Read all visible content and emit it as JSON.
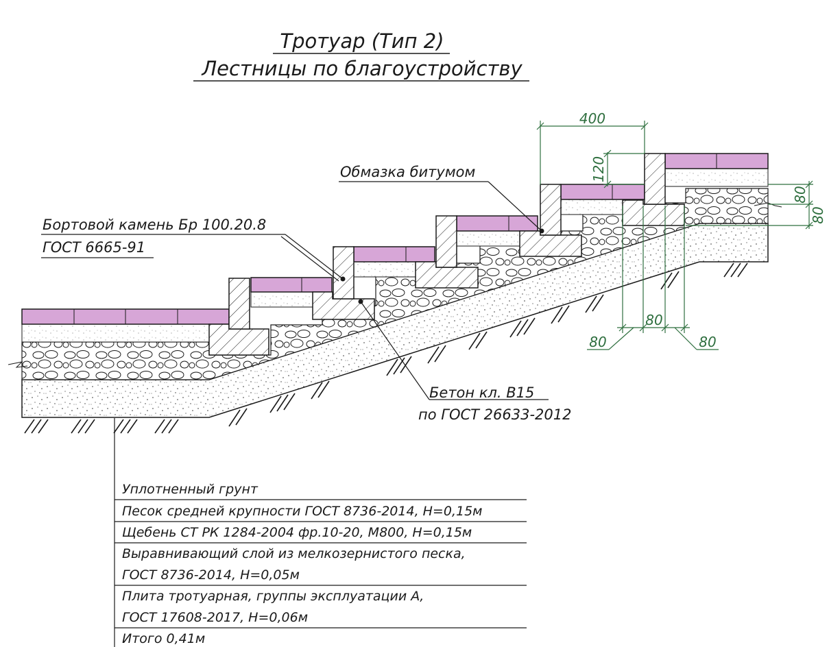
{
  "title": {
    "line1": "Тротуар (Тип 2)",
    "line2": "Лестницы по благоустройству"
  },
  "callouts": {
    "bitumen": "Обмазка битумом",
    "curb_line1": "Бортовой камень Бр 100.20.8",
    "curb_line2": "ГОСТ 6665-91",
    "concrete_line1": "Бетон кл. В15",
    "concrete_line2": "по ГОСТ 26633-2012"
  },
  "dimensions": {
    "tread": "400",
    "riser": "120",
    "layer_a": "80",
    "layer_b": "80",
    "curb_left": "80",
    "curb_mid": "80",
    "curb_right": "80"
  },
  "layers": [
    "Уплотненный грунт",
    "Песок средней крупности ГОСТ 8736-2014, Н=0,15м",
    "Щебень СТ РК 1284-2004 фр.10-20, М800, Н=0,15м",
    "Выравнивающий слой из мелкозернистого песка,",
    "ГОСТ 8736-2014,   Н=0,05м",
    "Плита тротуарная, группы эксплуатации А,",
    "ГОСТ 17608-2017, Н=0,06м",
    "Итого  0,41м"
  ],
  "colors": {
    "paving": "#d7a6d7",
    "line": "#1a1a1a",
    "dimension": "#2f6f3f"
  }
}
